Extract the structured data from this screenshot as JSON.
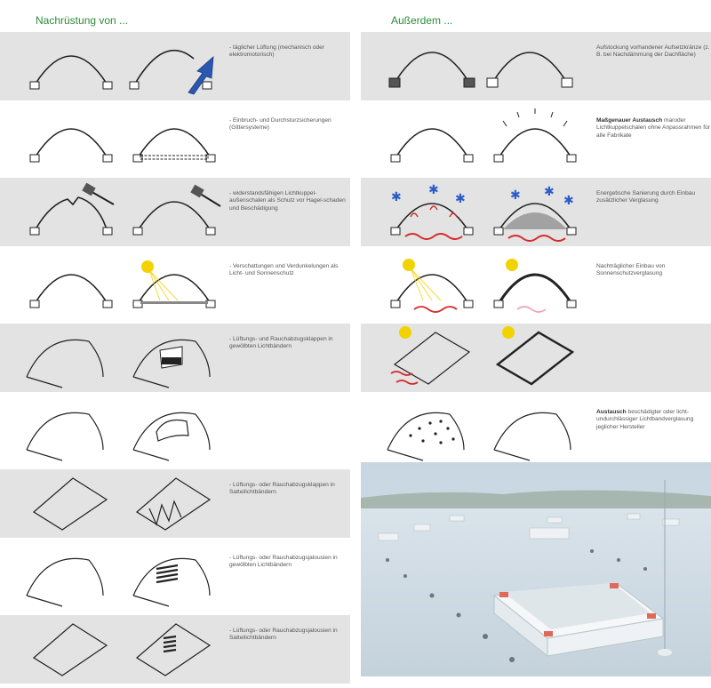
{
  "headings": {
    "left": "Nachrüstung von ...",
    "right": "Außerdem ..."
  },
  "left_rows": [
    {
      "text": "- täglicher Lüftung (mechanisch oder elektromotorisch)"
    },
    {
      "text": "- Einbruch- und Durchsturzsicherungen (Gittersysteme)"
    },
    {
      "text": "- widerstandsfähigen Lichtkuppel-außenschalen als Schutz vor Hagel-schaden und Beschädigung"
    },
    {
      "text": "- Verschattungen und Verdunkelungen als Licht- und Sonnenschutz"
    },
    {
      "text": "- Lüftungs- und Rauchabzugsklappen in gewölbten Lichtbändern"
    },
    {
      "text": ""
    },
    {
      "text": "- Lüftungs- oder Rauchabzugsklappen in Satteilichtbändern"
    },
    {
      "text": "- Lüftungs- oder Rauchabzugsjalousien in gewölbten Lichtbändern"
    },
    {
      "text": "- Lüftungs- oder Rauchabzugsjalousien in Satteilichtbändern"
    }
  ],
  "right_rows": [
    {
      "bold": "",
      "text": "Aufstockung vorhandener Aufsetzkränze (z. B. bei Nachdämmung der Dachfläche)"
    },
    {
      "bold": "Maßgenauer Austausch",
      "text": " maroder Lichtkuppelschalen ohne Anpassrahmen für alle Fabrikate"
    },
    {
      "bold": "",
      "text": "Energetische Sanierung durch Einbau zusätzlicher Verglasung"
    },
    {
      "bold": "",
      "text": "Nachträglicher Einbau von Sonnenschutzverglasung"
    },
    {
      "bold": "",
      "text": ""
    },
    {
      "bold": "Austausch",
      "text": " beschädigter oder licht-undurchlässiger Lichtbandverglasung jeglicher Hersteller"
    }
  ],
  "colors": {
    "heading": "#2e8b3a",
    "row_gray": "#e3e3e3",
    "arrow_blue": "#2a58b0",
    "heat_red": "#d42a2a",
    "snow_blue": "#2a5cc8",
    "sun_yellow": "#f2d200"
  }
}
